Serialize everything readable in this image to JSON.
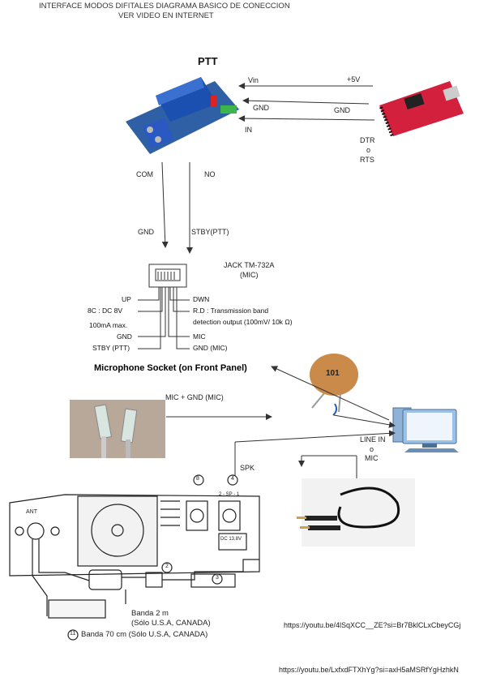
{
  "header": {
    "line1": "INTERFACE MODOS DIFITALES DIAGRAMA BASICO DE CONECCION",
    "line2": "VER VIDEO EN INTERNET"
  },
  "ptt_title": "PTT",
  "relay": {
    "vin": "Vin",
    "plus5v": "+5V",
    "gnd_left": "GND",
    "gnd_right": "GND",
    "in": "IN",
    "dtr": "DTR",
    "o": "o",
    "rts": "RTS",
    "com": "COM",
    "no": "NO",
    "gnd_down": "GND",
    "stby_ptt": "STBY(PTT)"
  },
  "jack": {
    "title1": "JACK TM-732A",
    "title2": "(MIC)",
    "left_pins": [
      "UP",
      "8C : DC 8V",
      "100mA max.",
      "GND",
      "STBY (PTT)"
    ],
    "right_pins": [
      "DWN",
      "R.D : Transmission band",
      "detection output (100mV/ 10k Ω)",
      "MIC",
      "GND (MIC)"
    ],
    "socket_label": "Microphone Socket (on Front Panel)"
  },
  "capacitor_value": "101",
  "pc": {
    "mic_gnd": "MIC + GND (MIC)",
    "line_in": "LINE IN",
    "o": "o",
    "mic": "MIC",
    "spk": "SPK"
  },
  "radio": {
    "ant": "ANT",
    "sp_label": "2 - SP - 1",
    "dc_label": "DC 13.8V",
    "banda2": "Banda 2 m",
    "banda2_sub": "(Sólo U.S.A, CANADA)",
    "banda70": "Banda 70 cm (Sólo U.S.A, CANADA)",
    "num_8": "8",
    "num_4": "4",
    "num_2": "2",
    "num_3": "3",
    "num_11": "11"
  },
  "links": {
    "url1": "https://youtu.be/4lSqXCC__ZE?si=Br7BklCLxCbeyCGj",
    "url2": "https://youtu.be/LxfxdFTXhYg?si=axH5aMSRfYgHzhkN"
  }
}
